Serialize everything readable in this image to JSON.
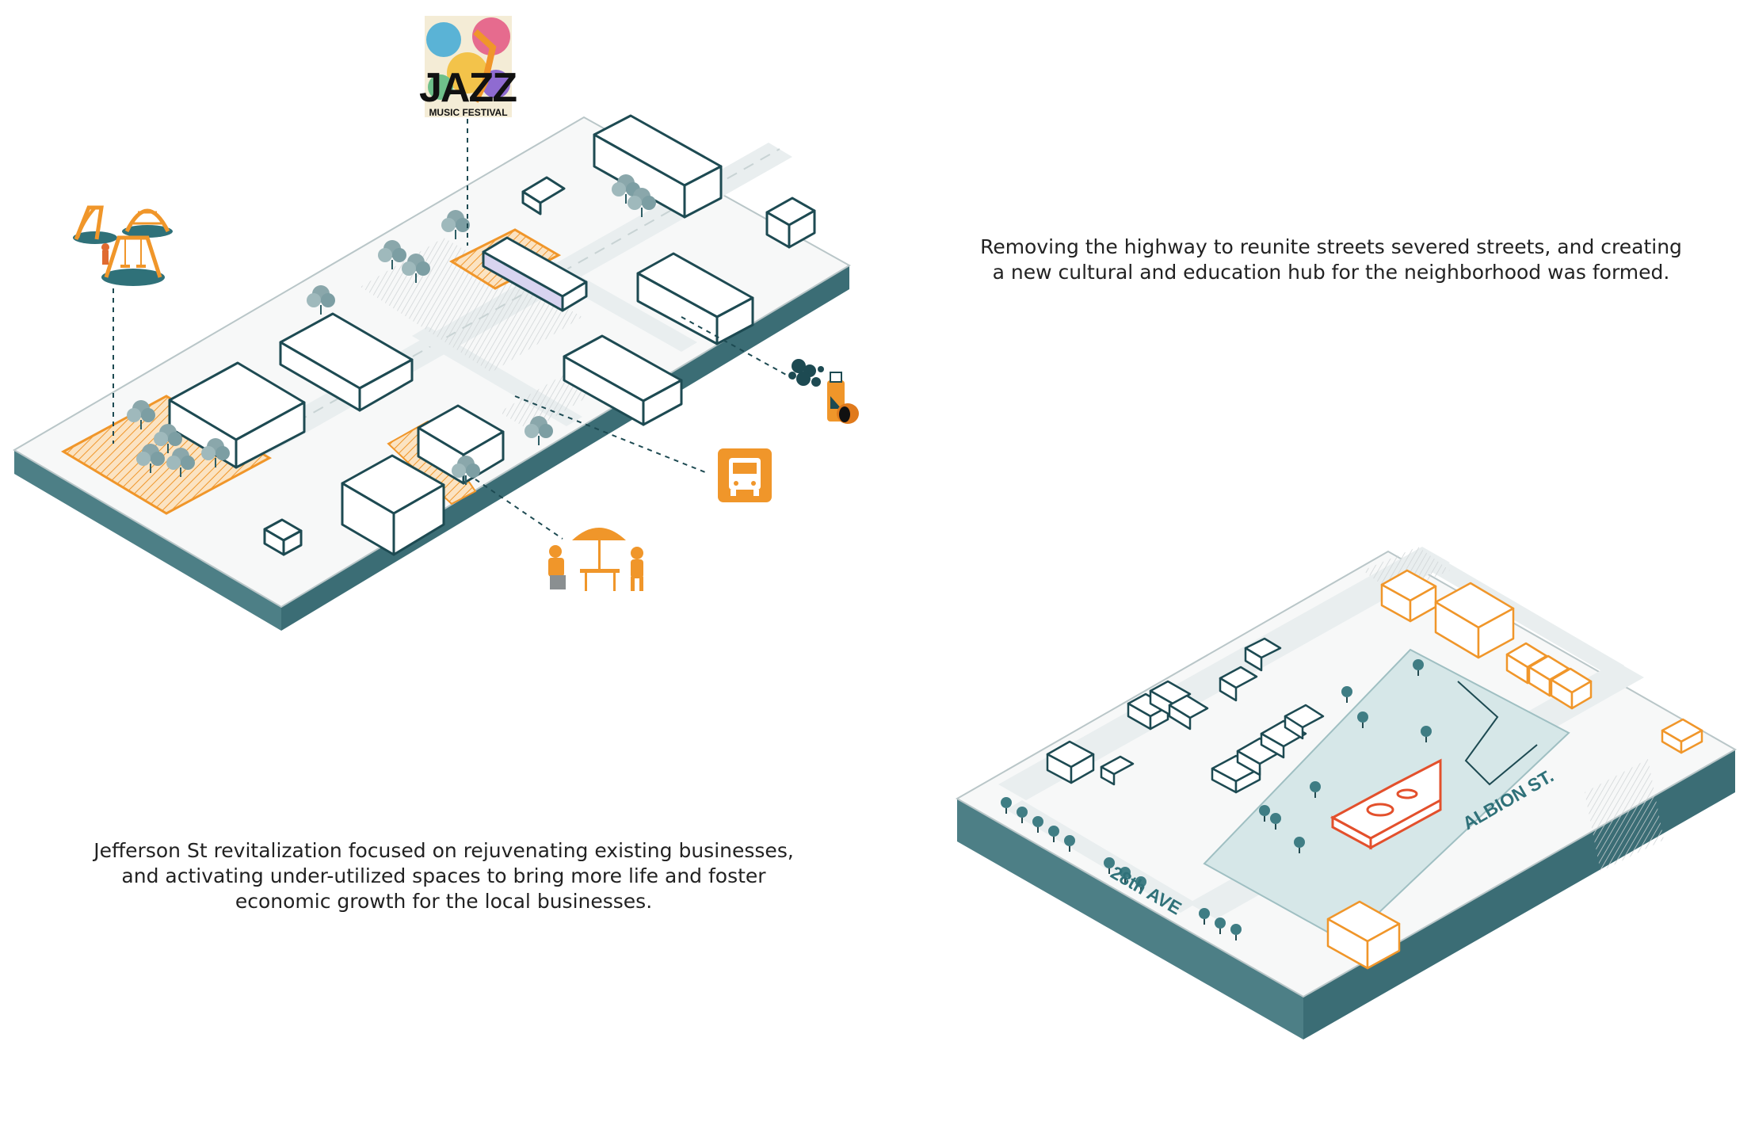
{
  "captions": {
    "top": [
      "Removing the highway to reunite streets severed streets, and creating",
      "a new cultural and education hub for the neighborhood was formed."
    ],
    "bottom": [
      "Jefferson St revitalization focused on rejuvenating existing businesses,",
      "and activating under-utilized spaces to bring more life and foster",
      "economic growth for the local businesses."
    ]
  },
  "jazz_poster": {
    "logo_text": "JAZZ",
    "subtitle": "MUSIC FESTIVAL"
  },
  "street_labels": {
    "avenue": "28th AVE",
    "street": "ALBION ST."
  },
  "icons": [
    "playground-icon",
    "jazz-festival-poster",
    "graffiti-spraycan-icon",
    "bus-stop-icon",
    "outdoor-dining-icon"
  ],
  "colors": {
    "teal_base": "#4d7f86",
    "teal_dark": "#1d4a52",
    "orange": "#f0962a",
    "red_outline": "#e3502c",
    "purple_accent": "#8f86c9",
    "plaza_fill": "#d6e7e8"
  }
}
